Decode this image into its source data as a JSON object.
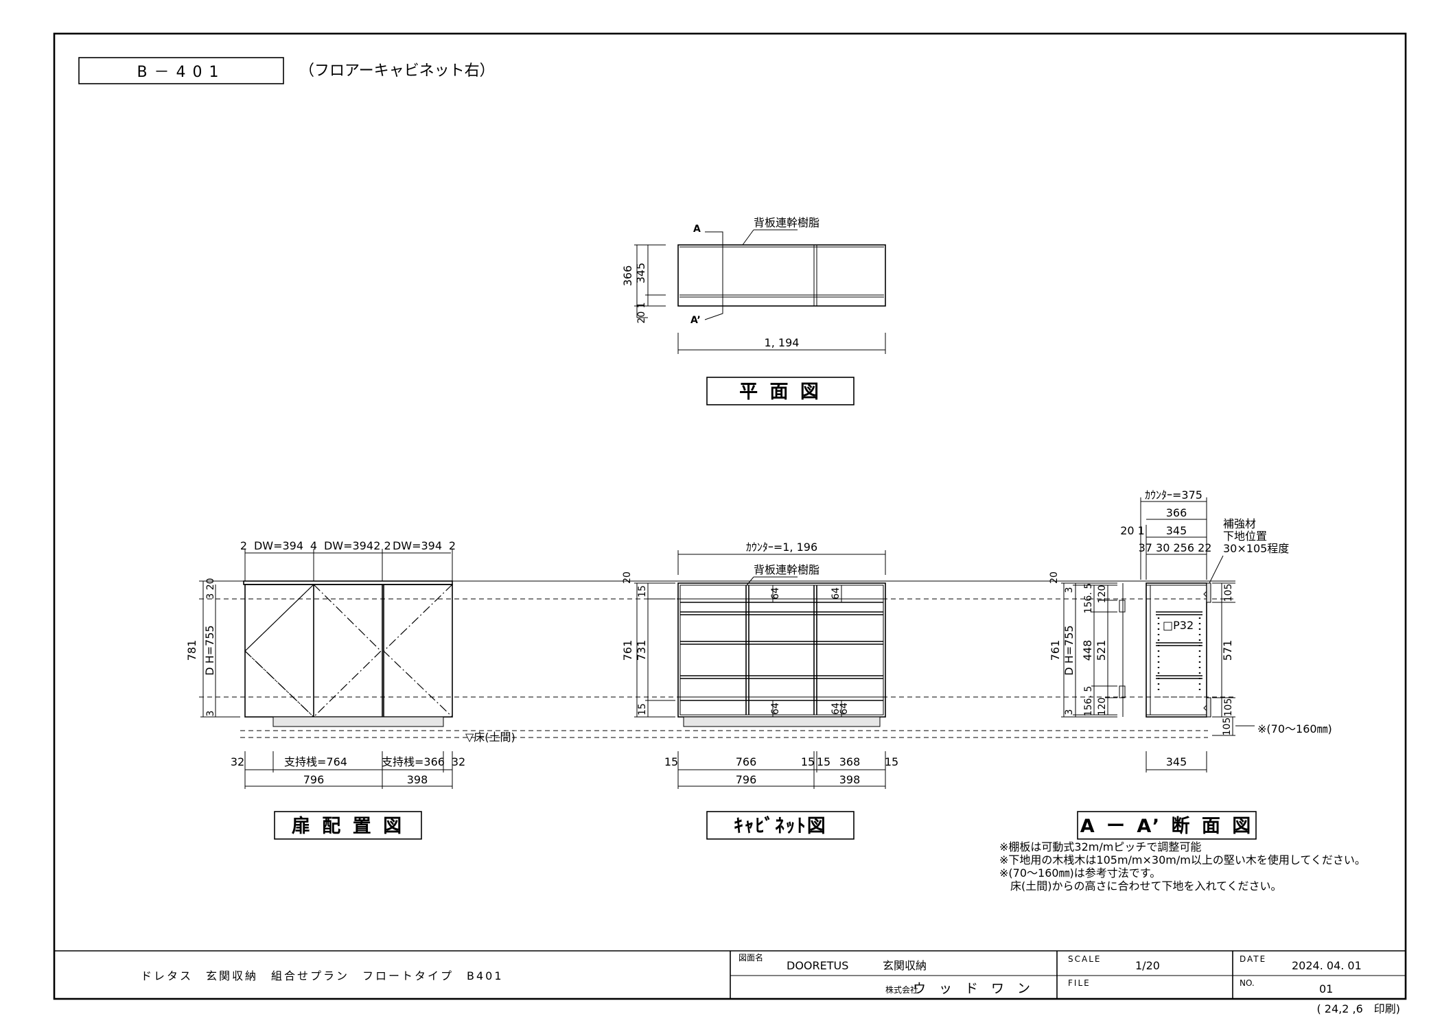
{
  "drawing_number": "B－401",
  "drawing_subtitle": "（フロアーキャビネット右）",
  "plan_view": {
    "title": "平 面 図",
    "section_mark_a": "A",
    "section_mark_a_prime": "A’",
    "back_panel_note": "背板連幹樹脂",
    "depth_total": "366",
    "depth_inner": "345",
    "depth_front": "20 1",
    "width": "1, 194"
  },
  "door_layout": {
    "title": "扉 配 置 図",
    "top_dims": [
      "2",
      "DW=394",
      "4",
      "DW=394",
      "2 2",
      "DW=394",
      "2"
    ],
    "height_total": "781",
    "door_height": "D H=755",
    "top_gap": "3 20",
    "bottom_gap": "3",
    "floor_label": "▽床(土間)",
    "support_left": "支持桟=764",
    "support_right": "支持桟=366",
    "edge_left": "32",
    "edge_right": "32",
    "width_left": "796",
    "width_right": "398"
  },
  "cabinet_view": {
    "title": "ｷｬﾋﾞﾈｯﾄ図",
    "counter_width": "ｶｳﾝﾀｰ=1, 196",
    "back_panel_note": "背板連幹樹脂",
    "top_offset": "20",
    "top_dim": "15",
    "height_total": "761",
    "height_inner": "731",
    "bottom_dim": "15",
    "marks_top": [
      "64",
      "64"
    ],
    "marks_bottom": [
      "64",
      "64",
      "64"
    ],
    "bottom_dims": [
      "15",
      "766",
      "15",
      "15",
      "368",
      "15"
    ],
    "width_left": "796",
    "width_right": "398"
  },
  "section_view": {
    "title": "A ー A’ 断 面 図",
    "counter_depth": "ｶｳﾝﾀｰ=375",
    "depth_total": "366",
    "depth_offset": "20 1",
    "depth_inner": "345",
    "depth_parts": "37 30 256 22",
    "reinforcement_note": [
      "補強材",
      "下地位置",
      "30×105程度"
    ],
    "top_offset": "20",
    "top_dim": "3",
    "height_total": "761",
    "door_height": "D H=755",
    "upper_gap": "156. 5",
    "upper_inner": "120",
    "middle": "448",
    "middle_inner": "521",
    "lower_gap": "156. 5",
    "lower_inner": "120",
    "bottom_dim": "3",
    "right_top": "105",
    "right_middle": "571",
    "right_bottom": "105",
    "floor_gap": "105",
    "floor_note": "※(70～160㎜)",
    "pitch_label": "□P32",
    "bottom_depth": "345"
  },
  "notes": [
    "※棚板は可動式32m/mピッチで調整可能",
    "※下地用の木桟木は105m/m×30m/m以上の堅い木を使用してください。",
    "※(70～160㎜)は参考寸法です。",
    "　床(土間)からの高さに合わせて下地を入れてください。"
  ],
  "title_block": {
    "project_title": "ドレタス　玄関収納　組合せプラン　フロートタイプ　B401",
    "drawing_name_label": "図面名",
    "brand": "DOORETUS",
    "product": "玄関収納",
    "company_prefix": "株式会社",
    "company": "ウ　ッ　ド　ワ　ン",
    "scale_label": "SCALE",
    "scale_value": "1/20",
    "file_label": "FILE",
    "date_label": "DATE",
    "date_value": "2024. 04. 01",
    "no_label": "NO.",
    "no_value": "01",
    "print_note": "( 24,2 ,6　印刷)"
  }
}
